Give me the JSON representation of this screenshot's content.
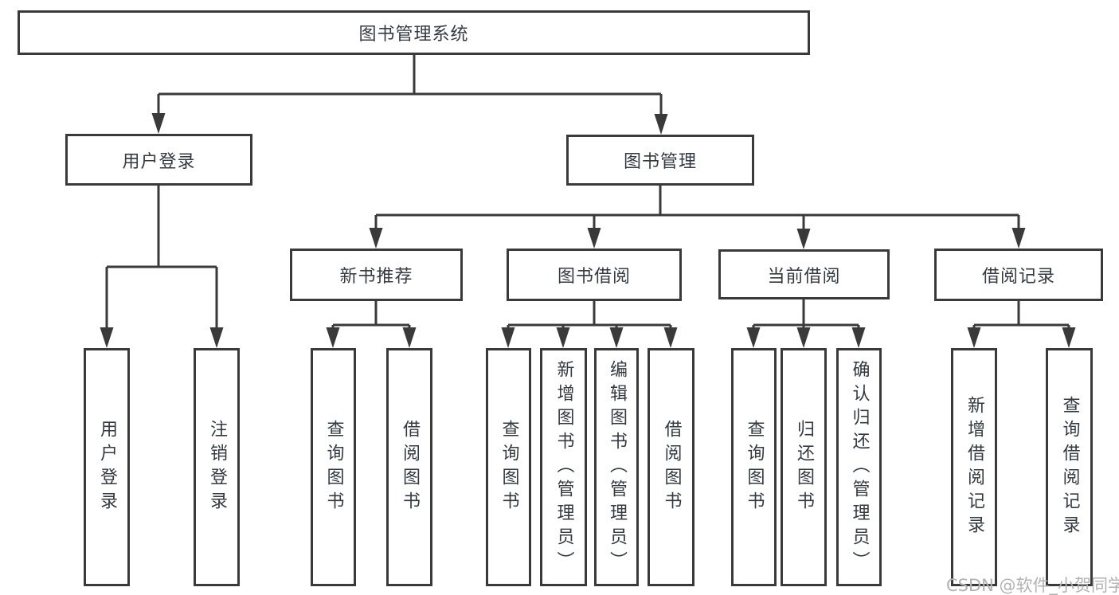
{
  "diagram": {
    "type": "hierarchy-tree",
    "background": "#ffffff",
    "line_color": "#3a3a3a",
    "text_color": "#333a42",
    "watermark": "CSDN @软件_小贺同学",
    "nodes": {
      "root": {
        "label": "图书管理系统",
        "level": 1
      },
      "user_login": {
        "label": "用户登录",
        "level": 2,
        "parent": "root"
      },
      "book_mgmt": {
        "label": "图书管理",
        "level": 2,
        "parent": "root"
      },
      "new_book": {
        "label": "新书推荐",
        "level": 3,
        "parent": "book_mgmt"
      },
      "book_borrow": {
        "label": "图书借阅",
        "level": 3,
        "parent": "book_mgmt"
      },
      "current_borrow": {
        "label": "当前借阅",
        "level": 3,
        "parent": "book_mgmt"
      },
      "borrow_record": {
        "label": "借阅记录",
        "level": 3,
        "parent": "book_mgmt"
      },
      "ul_login": {
        "label": "用户登录",
        "level": 4,
        "parent": "user_login"
      },
      "ul_logout": {
        "label": "注销登录",
        "level": 4,
        "parent": "user_login"
      },
      "nb_query": {
        "label": "查询图书",
        "level": 4,
        "parent": "new_book"
      },
      "nb_borrow": {
        "label": "借阅图书",
        "level": 4,
        "parent": "new_book"
      },
      "bb_query": {
        "label": "查询图书",
        "level": 4,
        "parent": "book_borrow"
      },
      "bb_add": {
        "label": "新增图书（管理员）",
        "level": 4,
        "parent": "book_borrow"
      },
      "bb_edit": {
        "label": "编辑图书（管理员）",
        "level": 4,
        "parent": "book_borrow"
      },
      "bb_borrow": {
        "label": "借阅图书",
        "level": 4,
        "parent": "book_borrow"
      },
      "cb_query": {
        "label": "查询图书",
        "level": 4,
        "parent": "current_borrow"
      },
      "cb_return": {
        "label": "归还图书",
        "level": 4,
        "parent": "current_borrow"
      },
      "cb_confirm": {
        "label": "确认归还（管理员）",
        "level": 4,
        "parent": "current_borrow"
      },
      "br_add": {
        "label": "新增借阅记录",
        "level": 4,
        "parent": "borrow_record"
      },
      "br_query": {
        "label": "查询借阅记录",
        "level": 4,
        "parent": "borrow_record"
      }
    }
  }
}
